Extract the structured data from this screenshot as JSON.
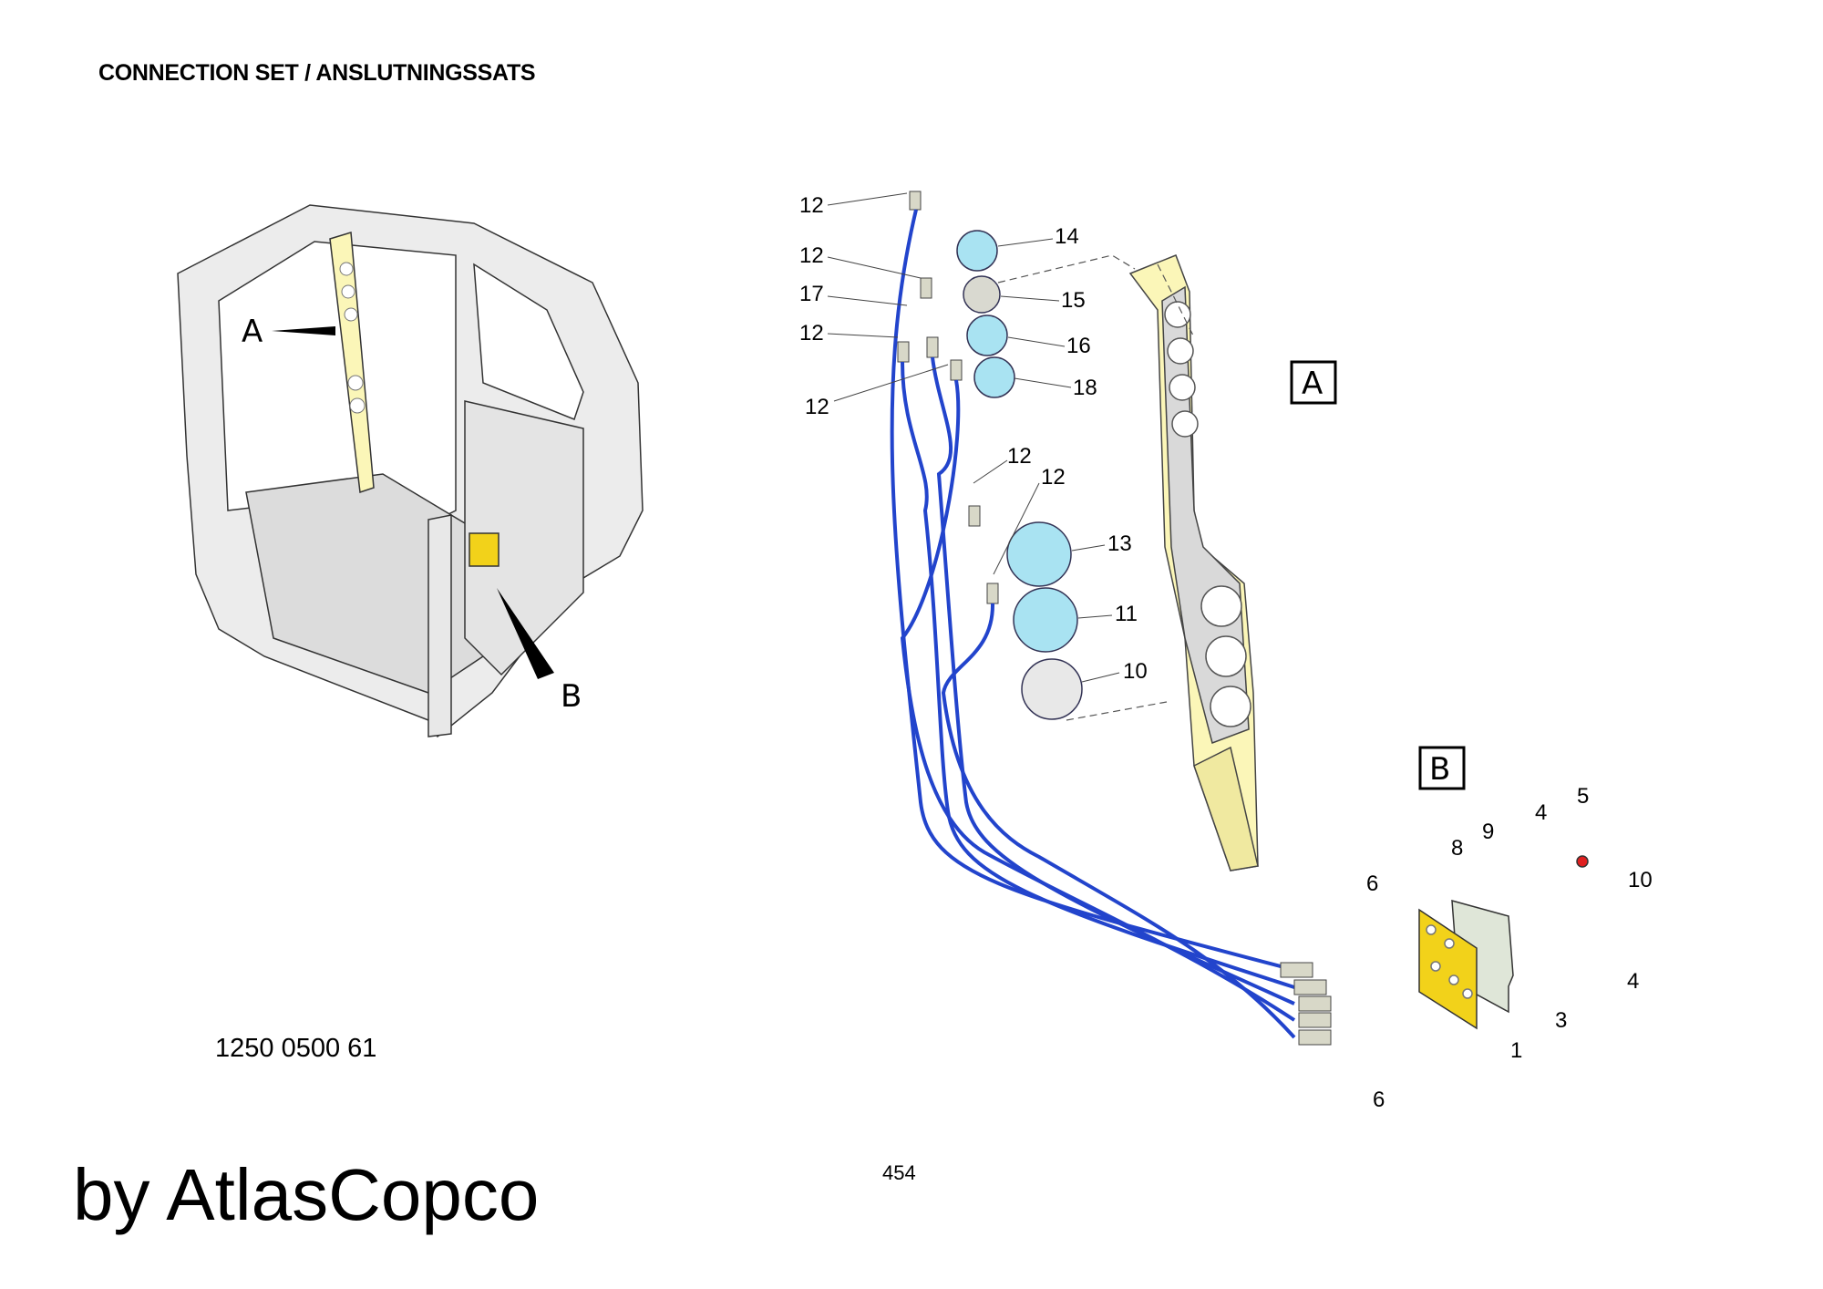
{
  "header": {
    "title": "CONNECTION SET / ANSLUTNINGSSATS"
  },
  "part_number": "1250 0500 61",
  "footer": {
    "brand": "by AtlasCopco",
    "page_number": "454"
  },
  "overview": {
    "label_a": "A",
    "label_b": "B"
  },
  "detail_a": {
    "box_label": "A",
    "callouts": [
      "12",
      "14",
      "12",
      "17",
      "15",
      "12",
      "16",
      "12",
      "18",
      "12",
      "12",
      "13",
      "11",
      "10"
    ]
  },
  "detail_b": {
    "box_label": "B",
    "callouts": [
      "6",
      "8",
      "9",
      "4",
      "5",
      "10",
      "4",
      "3",
      "1",
      "6"
    ]
  },
  "colors": {
    "hose": "#2244cc",
    "panel": "#fbf6b8",
    "plate": "#f2d21a",
    "lamp": "#a9e3f2",
    "cap": "#e02020"
  }
}
